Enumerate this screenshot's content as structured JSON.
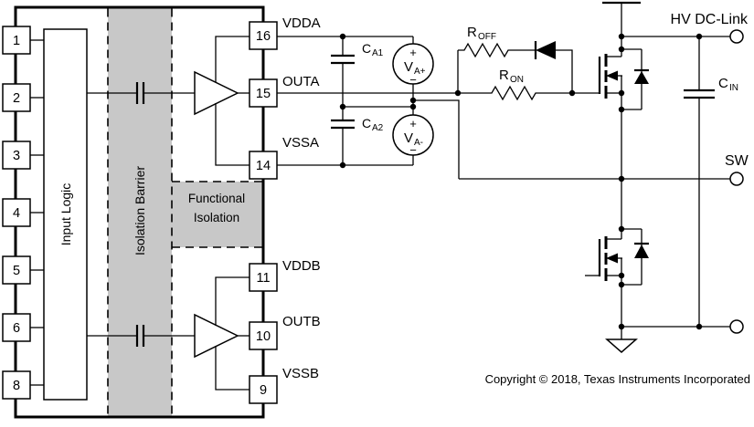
{
  "ic": {
    "left_pins": [
      "1",
      "2",
      "3",
      "4",
      "5",
      "6",
      "8"
    ],
    "right_pins_a": [
      {
        "number": "16",
        "label": "VDDA"
      },
      {
        "number": "15",
        "label": "OUTA"
      },
      {
        "number": "14",
        "label": "VSSA"
      }
    ],
    "right_pins_b": [
      {
        "number": "11",
        "label": "VDDB"
      },
      {
        "number": "10",
        "label": "OUTB"
      },
      {
        "number": "9",
        "label": "VSSB"
      }
    ],
    "input_logic": "Input Logic",
    "isolation_barrier": "Isolation Barrier",
    "functional_isolation": [
      "Functional",
      "Isolation"
    ]
  },
  "components": {
    "c_a1": {
      "sym": "C",
      "sub": "A1"
    },
    "c_a2": {
      "sym": "C",
      "sub": "A2"
    },
    "c_in": {
      "sym": "C",
      "sub": "IN"
    },
    "r_off": {
      "sym": "R",
      "sub": "OFF"
    },
    "r_on": {
      "sym": "R",
      "sub": "ON"
    },
    "v_a_plus": {
      "sym": "V",
      "sub": "A+",
      "plus": "+",
      "minus": "−"
    },
    "v_a_minus": {
      "sym": "V",
      "sub": "A-",
      "plus": "+",
      "minus": "−"
    }
  },
  "nodes": {
    "hv_dc_link": "HV DC-Link",
    "sw": "SW"
  },
  "footer": {
    "copyright": "Copyright © 2018, Texas Instruments Incorporated"
  },
  "colors": {
    "line": "#000000",
    "fill_gray": "#c8c8c8",
    "bg": "#ffffff"
  }
}
